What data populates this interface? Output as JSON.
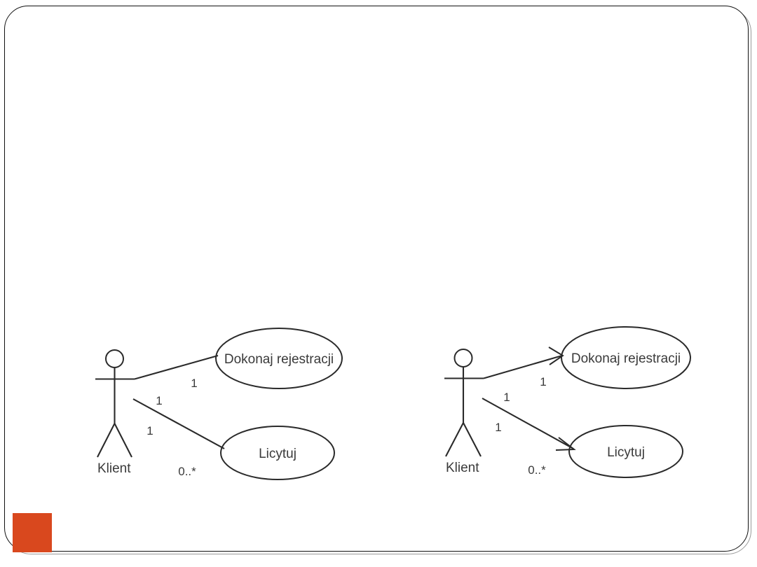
{
  "slide": {
    "background_color": "#ffffff",
    "frame_border_color": "#111111",
    "frame_shadow_color": "#9a9a9a",
    "accent_square_color": "#d9481e",
    "line_color": "#2a2a2a",
    "text_color": "#3a3a3a"
  },
  "diagrams": [
    {
      "id": "left",
      "variant": "undirected-associations",
      "actor": {
        "label": "Klient"
      },
      "use_cases": [
        {
          "id": "register",
          "label": "Dokonaj rejestracji"
        },
        {
          "id": "bid",
          "label": "Licytuj"
        }
      ],
      "associations": [
        {
          "from": "actor",
          "to": "register",
          "source_multiplicity": "1",
          "target_multiplicity": "1",
          "arrow": false
        },
        {
          "from": "actor",
          "to": "bid",
          "source_multiplicity": "1",
          "target_multiplicity": "0..*",
          "arrow": false
        }
      ]
    },
    {
      "id": "right",
      "variant": "directed-associations",
      "actor": {
        "label": "Klient"
      },
      "use_cases": [
        {
          "id": "register",
          "label": "Dokonaj rejestracji"
        },
        {
          "id": "bid",
          "label": "Licytuj"
        }
      ],
      "associations": [
        {
          "from": "actor",
          "to": "register",
          "source_multiplicity": "1",
          "target_multiplicity": "1",
          "arrow": true
        },
        {
          "from": "actor",
          "to": "bid",
          "source_multiplicity": "1",
          "target_multiplicity": "0..*",
          "arrow": true
        }
      ]
    }
  ],
  "labels": {
    "left": {
      "actor_name": "Klient",
      "usecase_register": "Dokonaj rejestracji",
      "usecase_bid": "Licytuj",
      "mult_register_near": "1",
      "mult_bid_actor_upper": "1",
      "mult_bid_actor_lower": "1",
      "mult_bid_target": "0..*"
    },
    "right": {
      "actor_name": "Klient",
      "usecase_register": "Dokonaj rejestracji",
      "usecase_bid": "Licytuj",
      "mult_register_near": "1",
      "mult_bid_actor_upper": "1",
      "mult_bid_actor_lower": "1",
      "mult_bid_target": "0..*"
    }
  }
}
